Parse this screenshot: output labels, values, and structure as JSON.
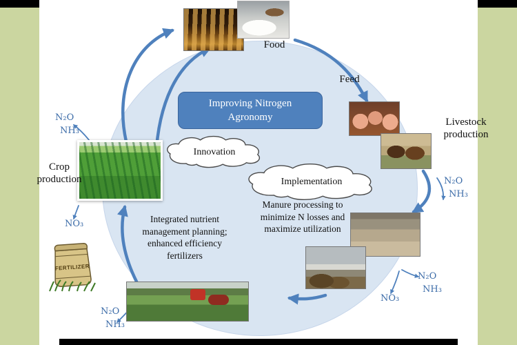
{
  "colors": {
    "accent_blue": "#4f81bd",
    "circle_fill": "#d9e5f2",
    "side_strip_green": "#cbd6a0",
    "chem_text_blue": "#3c6ca8"
  },
  "title_box": {
    "label": "Improving Nitrogen Agronomy"
  },
  "clouds": {
    "innovation": "Innovation",
    "implementation": "Implementation"
  },
  "labels": {
    "food": "Food",
    "feed": "Feed",
    "livestock_production": "Livestock production",
    "crop_production": "Crop production",
    "fertilizer_bag": "FERTILIZER"
  },
  "annotations": {
    "manure_processing": "Manure processing to minimize N losses and maximize utilization",
    "nutrient_management": "Integrated nutrient management planning; enhanced efficiency fertilizers"
  },
  "emissions": {
    "crop_top": {
      "line1": "N₂O",
      "line2": "NH₃"
    },
    "livestock_right": {
      "line1": "N₂O",
      "line2": "NH₃"
    },
    "manure_bottom_right": {
      "line1": "N₂O",
      "line2": "NH₃"
    },
    "field_bottom_left": {
      "line1": "N₂O",
      "line2": "NH₃"
    },
    "crop_left_nitrate": "NO₃",
    "manure_nitrate": "NO₃"
  },
  "photos": {
    "bread": "bread-loaves-photo",
    "flour": "flour-spoon-photo",
    "pigs": "pigs-photo",
    "cows": "cattle-photo",
    "lagoon": "manure-lagoon-photo",
    "compost": "compost-barn-photo",
    "tractor": "slurry-tractor-photo",
    "crop_field": "crop-field-photo"
  }
}
